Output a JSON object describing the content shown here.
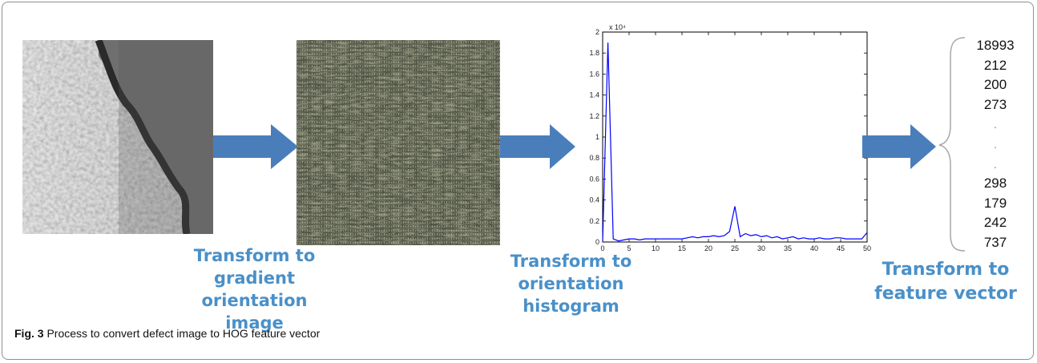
{
  "labels": {
    "gradient_line1": "Transform to",
    "gradient_line2": "gradient",
    "gradient_line3": "orientation image",
    "histogram_line1": "Transform to",
    "histogram_line2": "orientation",
    "histogram_line3": "histogram",
    "vector_line1": "Transform to",
    "vector_line2": "feature vector"
  },
  "feature_vector": {
    "top_values": [
      "18993",
      "212",
      "200",
      "273"
    ],
    "dots": [
      ".",
      ".",
      "."
    ],
    "bottom_values": [
      "298",
      "179",
      "242",
      "737"
    ]
  },
  "caption": {
    "prefix": "Fig. 3",
    "text": " Process to convert defect image to HOG feature vector"
  },
  "colors": {
    "arrow": "#4a7ebb",
    "label": "#4a90c8",
    "line": "#0000ff"
  },
  "chart_data": {
    "type": "line",
    "x_ticks": [
      "0",
      "5",
      "10",
      "15",
      "20",
      "25",
      "30",
      "35",
      "40",
      "45",
      "50"
    ],
    "y_ticks": [
      "0",
      "0.2",
      "0.4",
      "0.6",
      "0.8",
      "1",
      "1.2",
      "1.4",
      "1.6",
      "1.8",
      "2"
    ],
    "y_multiplier": "x 10⁴",
    "xlim": [
      0,
      50
    ],
    "ylim": [
      0,
      2
    ],
    "x": [
      0,
      1,
      2,
      3,
      4,
      5,
      6,
      7,
      8,
      9,
      10,
      11,
      12,
      13,
      14,
      15,
      16,
      17,
      18,
      19,
      20,
      21,
      22,
      23,
      24,
      25,
      26,
      27,
      28,
      29,
      30,
      31,
      32,
      33,
      34,
      35,
      36,
      37,
      38,
      39,
      40,
      41,
      42,
      43,
      44,
      45,
      46,
      47,
      48,
      49,
      50
    ],
    "y": [
      0,
      1.9,
      0.03,
      0.01,
      0.02,
      0.03,
      0.03,
      0.02,
      0.03,
      0.03,
      0.03,
      0.03,
      0.03,
      0.03,
      0.03,
      0.03,
      0.04,
      0.05,
      0.04,
      0.05,
      0.05,
      0.06,
      0.05,
      0.06,
      0.1,
      0.34,
      0.05,
      0.08,
      0.06,
      0.07,
      0.05,
      0.06,
      0.04,
      0.05,
      0.03,
      0.04,
      0.05,
      0.03,
      0.04,
      0.03,
      0.03,
      0.04,
      0.03,
      0.03,
      0.04,
      0.04,
      0.03,
      0.03,
      0.03,
      0.03,
      0.09
    ]
  }
}
